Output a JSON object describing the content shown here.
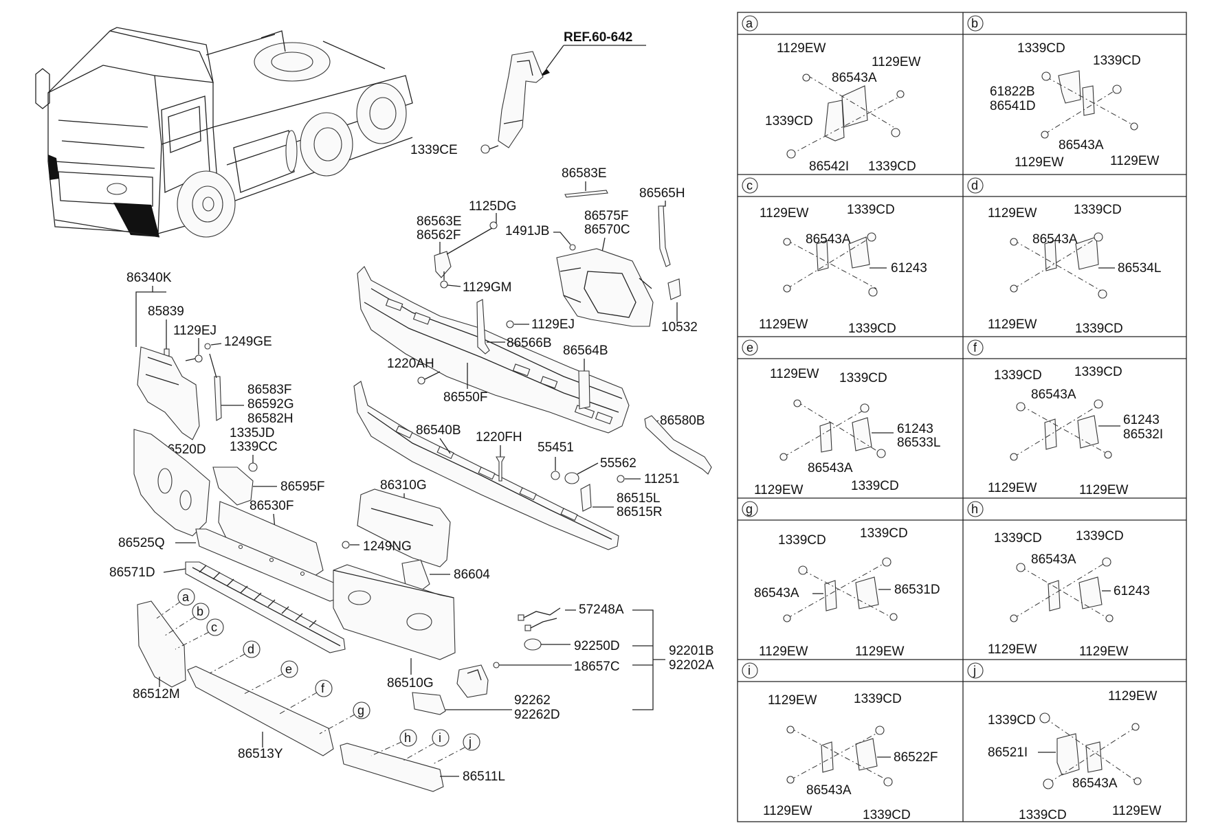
{
  "ref_label": "REF.60-642",
  "main_labels": {
    "p1339CE": "1339CE",
    "p86583E": "86583E",
    "p86565H": "86565H",
    "p1125DG": "1125DG",
    "p86563E": "86563E",
    "p86562F": "86562F",
    "p1491JB": "1491JB",
    "p86575F": "86575F",
    "p86570C": "86570C",
    "p1129GM": "1129GM",
    "p10532": "10532",
    "p86340K": "86340K",
    "p85839": "85839",
    "p1129EJ_a": "1129EJ",
    "p1249GE": "1249GE",
    "p1129EJ_b": "1129EJ",
    "p86566B": "86566B",
    "p86564B": "86564B",
    "p1220AH": "1220AH",
    "p86550F": "86550F",
    "p86583F": "86583F",
    "p86592G": "86592G",
    "p86582H": "86582H",
    "p1335JD": "1335JD",
    "p1339CC": "1339CC",
    "p86520D": "86520D",
    "p86540B": "86540B",
    "p1220FH": "1220FH",
    "p86580B": "86580B",
    "p55451": "55451",
    "p55562": "55562",
    "p11251": "11251",
    "p86595F": "86595F",
    "p86515L": "86515L",
    "p86515R": "86515R",
    "p86310G": "86310G",
    "p86530F": "86530F",
    "p86525Q": "86525Q",
    "p1249NG": "1249NG",
    "p86571D": "86571D",
    "p86604": "86604",
    "p57248A": "57248A",
    "p92250D": "92250D",
    "p92201B": "92201B",
    "p92202A": "92202A",
    "p18657C": "18657C",
    "p86510G": "86510G",
    "p86512M": "86512M",
    "p92262": "92262",
    "p92262D": "92262D",
    "p86513Y": "86513Y",
    "p86511L": "86511L"
  },
  "callouts": [
    "a",
    "b",
    "c",
    "d",
    "e",
    "f",
    "g",
    "h",
    "i",
    "j"
  ],
  "panels": [
    {
      "id": "a",
      "labels": [
        "1129EW",
        "86543A",
        "1129EW",
        "1339CD",
        "86542I",
        "1339CD"
      ]
    },
    {
      "id": "b",
      "labels": [
        "1339CD",
        "1339CD",
        "61822B",
        "86541D",
        "86543A",
        "1129EW",
        "1129EW"
      ]
    },
    {
      "id": "c",
      "labels": [
        "1129EW",
        "1339CD",
        "86543A",
        "61243",
        "1129EW",
        "1339CD"
      ]
    },
    {
      "id": "d",
      "labels": [
        "1129EW",
        "1339CD",
        "86543A",
        "86534L",
        "1129EW",
        "1339CD"
      ]
    },
    {
      "id": "e",
      "labels": [
        "1129EW",
        "1339CD",
        "61243",
        "86533L",
        "86543A",
        "1129EW",
        "1339CD"
      ]
    },
    {
      "id": "f",
      "labels": [
        "1339CD",
        "1339CD",
        "86543A",
        "61243",
        "86532I",
        "1129EW",
        "1129EW"
      ]
    },
    {
      "id": "g",
      "labels": [
        "1339CD",
        "1339CD",
        "86543A",
        "86531D",
        "1129EW",
        "1129EW"
      ]
    },
    {
      "id": "h",
      "labels": [
        "1339CD",
        "1339CD",
        "86543A",
        "61243",
        "1129EW",
        "1129EW"
      ]
    },
    {
      "id": "i",
      "labels": [
        "1129EW",
        "1339CD",
        "86522F",
        "1129EW",
        "86543A",
        "1339CD"
      ]
    },
    {
      "id": "j",
      "labels": [
        "1129EW",
        "1339CD",
        "86521I",
        "86543A",
        "1339CD",
        "1129EW"
      ]
    }
  ]
}
